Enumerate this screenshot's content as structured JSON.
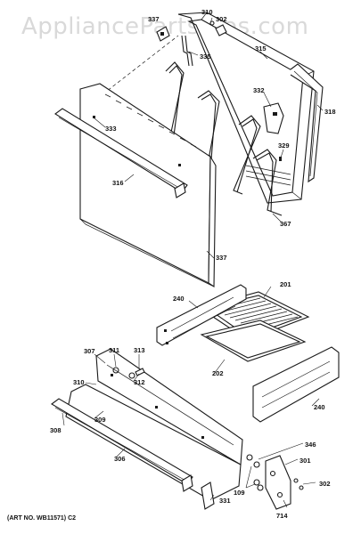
{
  "watermark": "AppliancePartsPros.com",
  "art_number": "(ART NO. WB11571) C2",
  "labels": {
    "p310": "310",
    "p337a": "337",
    "p302a": "302",
    "p335": "335",
    "p315": "315",
    "p318": "318",
    "p332": "332",
    "p333": "333",
    "p329": "329",
    "p316": "316",
    "p367": "367",
    "p337": "337",
    "p240a": "240",
    "p201": "201",
    "p202": "202",
    "p307": "307",
    "p311": "311",
    "p313": "313",
    "p310b": "310",
    "p312": "312",
    "p309": "309",
    "p308": "308",
    "p240b": "240",
    "p306": "306",
    "p346": "346",
    "p301": "301",
    "p109": "109",
    "p302b": "302",
    "p331": "331",
    "p714": "714"
  }
}
